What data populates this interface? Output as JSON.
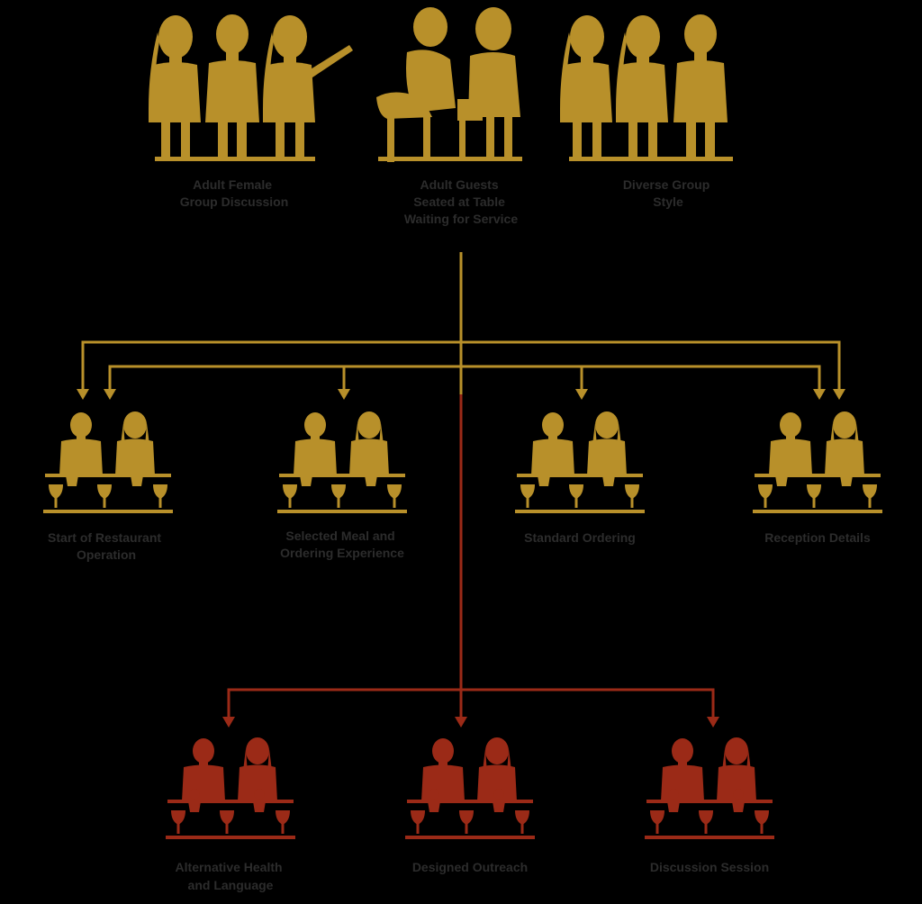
{
  "colors": {
    "background": "#000000",
    "gold": "#b8902a",
    "red": "#9b2a17",
    "label": "#2c2c2c"
  },
  "diagram": {
    "top_groups": [
      {
        "id": "top-left",
        "icon": "three-standing-people-teaching-icon",
        "label": [
          "Adult Female",
          "Group Discussion"
        ]
      },
      {
        "id": "top-center",
        "icon": "two-people-seated-icon",
        "label": [
          "Adult Guests",
          "Seated at Table",
          "Waiting for Service"
        ]
      },
      {
        "id": "top-right",
        "icon": "three-standing-people-icon",
        "label": [
          "Diverse Group",
          "Style"
        ]
      }
    ],
    "middle_groups": [
      {
        "id": "mid-1",
        "icon": "dining-pair-with-children-icon",
        "label": [
          "Start of Restaurant",
          "Operation"
        ]
      },
      {
        "id": "mid-2",
        "icon": "dining-pair-with-children-icon",
        "label": [
          "Selected Meal and",
          "Ordering Experience"
        ]
      },
      {
        "id": "mid-3",
        "icon": "dining-pair-with-children-icon",
        "label": [
          "Standard Ordering"
        ]
      },
      {
        "id": "mid-4",
        "icon": "dining-pair-with-children-icon",
        "label": [
          "Reception Details"
        ]
      }
    ],
    "bottom_groups": [
      {
        "id": "bot-1",
        "icon": "dining-pair-with-children-icon",
        "label": [
          "Alternative Health",
          "and Language"
        ]
      },
      {
        "id": "bot-2",
        "icon": "dining-pair-with-children-icon",
        "label": [
          "Designed Outreach"
        ]
      },
      {
        "id": "bot-3",
        "icon": "dining-pair-with-children-icon",
        "label": [
          "Discussion Session"
        ]
      }
    ]
  }
}
